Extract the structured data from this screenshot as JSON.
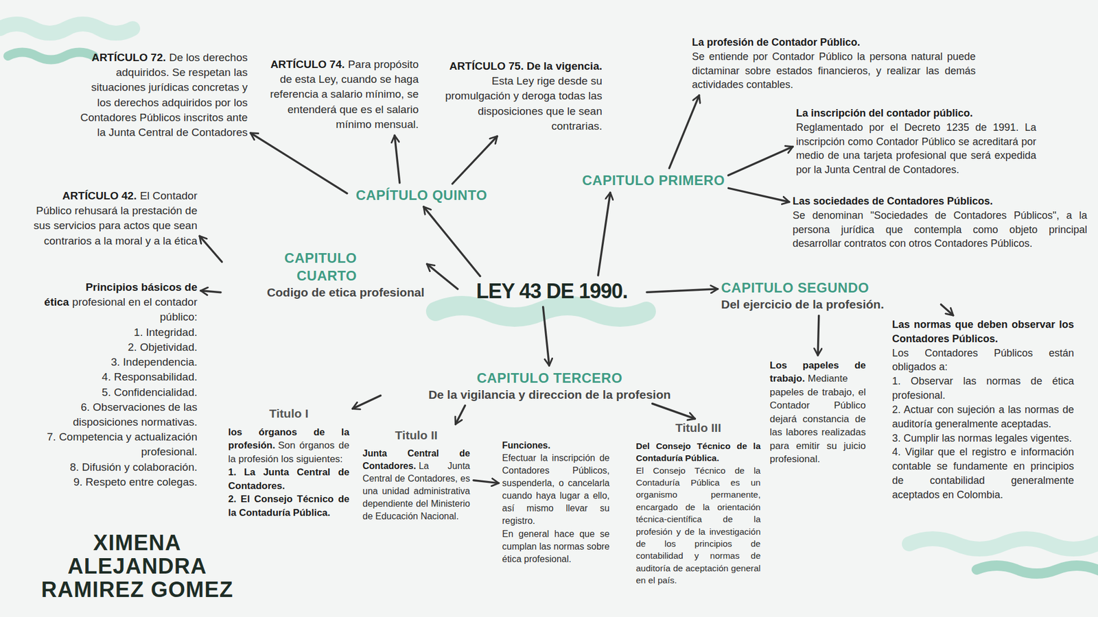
{
  "diagram": {
    "nodes": [
      {
        "text": [
          "LEY 43 DE 1990."
        ]
      },
      {
        "text": [
          "CAPITULO PRIMERO"
        ]
      },
      {
        "text": [
          "La profesión de Contador Público.",
          "Se entiende por Contador Público la persona natural puede dictaminar sobre estados financieros, y realizar las demás actividades contables."
        ]
      },
      {
        "text": [
          "La inscripción del contador público.",
          "Reglamentado por el Decreto 1235 de 1991. La inscripción como Contador Público se acreditará por medio de una tarjeta profesional que será expedida por la Junta Central de Contadores."
        ]
      },
      {
        "text": [
          "Las sociedades de Contadores Públicos.",
          "Se denominan \"Sociedades de Contadores Públicos\", a la persona jurídica que contempla como objeto principal desarrollar contratos con otros Contadores Públicos."
        ]
      },
      {
        "text": [
          "CAPITULO SEGUNDO",
          "Del ejercicio de la profesión."
        ]
      },
      {
        "text": [
          "Los papeles de trabajo.",
          "Mediante papeles de trabajo, el Contador Público dejará constancia de las labores realizadas para emitir su juicio profesional."
        ]
      },
      {
        "text": [
          "Las normas que deben observar los Contadores Públicos.",
          "Los Contadores Públicos están obligados a:",
          "1. Observar las normas de ética profesional.",
          "2. Actuar con sujeción a las normas de auditoría generalmente aceptadas.",
          "3. Cumplir las normas legales vigentes.",
          "4. Vigilar que el registro e información contable se fundamente en principios de contabilidad generalmente aceptados en Colombia."
        ]
      },
      {
        "text": [
          "CAPITULO TERCERO",
          "De la vigilancia y direccion de la profesion"
        ]
      },
      {
        "text": [
          "Titulo I",
          "los órganos de la profesión.",
          "Son órganos de la profesión los siguientes:",
          "1. La Junta Central de Contadores.",
          "2. El Consejo Técnico de la Contaduría Pública."
        ]
      },
      {
        "text": [
          "Titulo II",
          "Junta Central de Contadores.",
          "La Junta Central de Contadores, es una unidad administrativa dependiente del Ministerio de Educación Nacional."
        ]
      },
      {
        "text": [
          "Funciones.",
          "Efectuar la inscripción de Contadores Públicos, suspenderla, o cancelarla cuando haya lugar a ello, así mismo llevar su registro.",
          "En general hace que se cumplan las normas sobre ética profesional."
        ]
      },
      {
        "text": [
          "Titulo III",
          "Del Consejo Técnico de la Contaduría Pública.",
          "El Consejo Técnico de la Contaduría Pública es un organismo permanente, encargado de la orientación técnica-científica de la profesión y de la investigación de los principios de contabilidad y normas de auditoría de aceptación general en el país."
        ]
      },
      {
        "text": [
          "CAPITULO CUARTO",
          "Codigo de etica profesional"
        ]
      },
      {
        "text": [
          "ARTÍCULO 42.",
          "El Contador Público rehusará la prestación de sus servicios para actos que sean contrarios a la moral y a la ética"
        ]
      },
      {
        "text": [
          "Principios básicos de ética",
          "profesional en el contador público:",
          "1. Integridad.",
          "2. Objetividad.",
          "3. Independencia.",
          "4. Responsabilidad.",
          "5. Confidencialidad.",
          "6. Observaciones de las disposiciones normativas.",
          "7. Competencia y actualización profesional.",
          "8. Difusión y colaboración.",
          "9. Respeto entre colegas."
        ]
      },
      {
        "text": [
          "CAPÍTULO QUINTO"
        ]
      },
      {
        "text": [
          "ARTÍCULO 72.",
          "De los derechos adquiridos. Se respetan las situaciones jurídicas concretas y los derechos adquiridos por los Contadores Públicos inscritos ante la Junta Central de Contadores"
        ]
      },
      {
        "text": [
          "ARTÍCULO 74.",
          "Para propósito de esta Ley, cuando se haga referencia a salario mínimo, se entenderá que es el salario mínimo mensual."
        ]
      },
      {
        "text": [
          "ARTÍCULO 75. De la vigencia.",
          "Esta Ley rige desde su promulgación y deroga todas las disposiciones que le sean contrarias."
        ]
      }
    ],
    "edges": [
      {
        "from": 0,
        "to": 1,
        "arrow": "to"
      },
      {
        "from": 1,
        "to": 2,
        "arrow": "to"
      },
      {
        "from": 1,
        "to": 3,
        "arrow": "to"
      },
      {
        "from": 1,
        "to": 4,
        "arrow": "to"
      },
      {
        "from": 0,
        "to": 5,
        "arrow": "to"
      },
      {
        "from": 5,
        "to": 6,
        "arrow": "to"
      },
      {
        "from": 5,
        "to": 7,
        "arrow": "to"
      },
      {
        "from": 0,
        "to": 8,
        "arrow": "to"
      },
      {
        "from": 8,
        "to": 9,
        "arrow": "to"
      },
      {
        "from": 8,
        "to": 10,
        "arrow": "to"
      },
      {
        "from": 10,
        "to": 11,
        "arrow": "to"
      },
      {
        "from": 8,
        "to": 12,
        "arrow": "to"
      },
      {
        "from": 0,
        "to": 13,
        "arrow": "to"
      },
      {
        "from": 13,
        "to": 14,
        "arrow": "to"
      },
      {
        "from": 13,
        "to": 15,
        "arrow": "to"
      },
      {
        "from": 0,
        "to": 16,
        "arrow": "to"
      },
      {
        "from": 16,
        "to": 17,
        "arrow": "to"
      },
      {
        "from": 16,
        "to": 18,
        "arrow": "to"
      },
      {
        "from": 16,
        "to": 19,
        "arrow": "to"
      }
    ],
    "labels": [
      "XIMENA ALEJANDRA RAMIREZ GOMEZ"
    ]
  }
}
